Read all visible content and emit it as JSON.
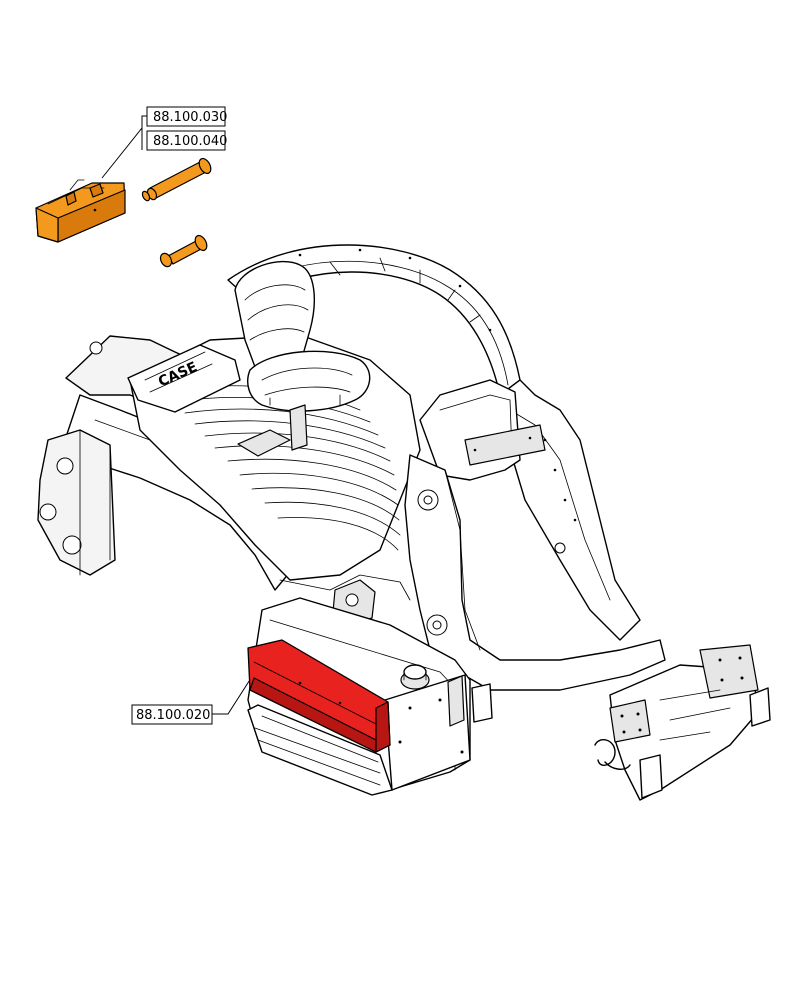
{
  "callouts": {
    "top_1": "88.100.030",
    "top_2": "88.100.040",
    "bottom": "88.100.020"
  },
  "brand_text": "CASE",
  "colors": {
    "highlight_orange": "#f39a1e",
    "highlight_red": "#e8221e",
    "line": "#000000"
  }
}
